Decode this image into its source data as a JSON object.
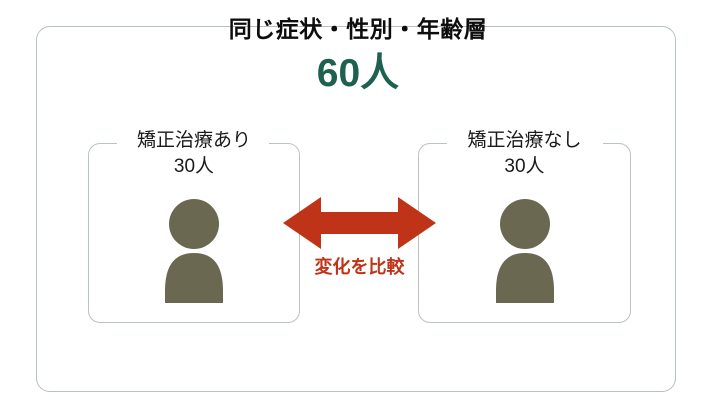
{
  "header": {
    "title": "同じ症状・性別・年齢層",
    "total_count": "60人",
    "total_count_color": "#1F6151"
  },
  "groups": [
    {
      "label": "矯正治療あり",
      "count": "30人",
      "icon": "person-icon",
      "icon_color": "#6B6851"
    },
    {
      "label": "矯正治療なし",
      "count": "30人",
      "icon": "person-icon",
      "icon_color": "#6B6851"
    }
  ],
  "comparison": {
    "caption": "変化を比較",
    "arrow_icon": "double-headed-arrow-icon",
    "arrow_color": "#BF3418"
  },
  "frame": {
    "border_color": "#B6C2BD",
    "background_color": "#FFFFFF"
  }
}
